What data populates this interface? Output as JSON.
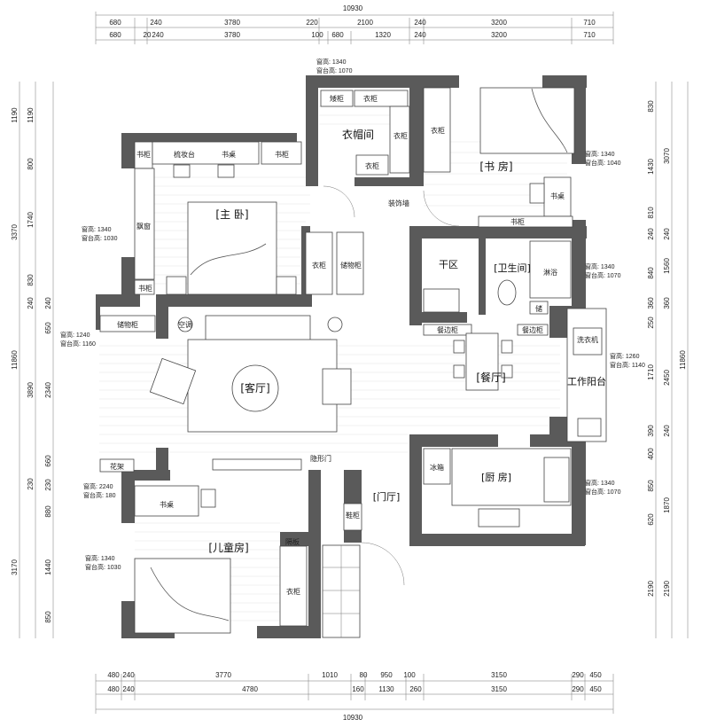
{
  "colors": {
    "wall": "#5a5a5a",
    "line": "#444444",
    "background": "#ffffff"
  },
  "dims": {
    "top_total": "10930",
    "top_row1": [
      "680",
      "240",
      "3780",
      "220",
      "2100",
      "240",
      "3200",
      "710"
    ],
    "top_row2": [
      "680",
      "20",
      "240",
      "3780",
      "100",
      "680",
      "1320",
      "240",
      "3200",
      "710"
    ],
    "bottom_row1": [
      "480",
      "240",
      "3770",
      "1010",
      "80",
      "950",
      "100",
      "3150",
      "290",
      "450"
    ],
    "bottom_row2": [
      "480",
      "240",
      "4780",
      "160",
      "1130",
      "260",
      "3150",
      "290",
      "450"
    ],
    "bottom_total": "10930",
    "left_outer": [
      "1190",
      "3370",
      "11860",
      "3170"
    ],
    "left_inner": [
      "1190",
      "800",
      "1740",
      "830",
      "240",
      "650",
      "2340",
      "3890",
      "660",
      "230",
      "880",
      "1440",
      "850"
    ],
    "right_inner": [
      "830",
      "1430",
      "810",
      "240",
      "840",
      "360",
      "250",
      "1710",
      "390",
      "400",
      "850",
      "620",
      "2190"
    ],
    "right_outer": [
      "3070",
      "1560",
      "11860",
      "2450",
      "1870",
      "2190"
    ],
    "left_misc": [
      "240",
      "240",
      "230"
    ],
    "right_misc": [
      "240",
      "240",
      "360",
      "240"
    ]
  },
  "rooms": {
    "master": "[主 卧]",
    "closet_room": "衣帽间",
    "study": "[书 房]",
    "living": "[客厅]",
    "dining": "[餐厅]",
    "kids": "[儿童房]",
    "kitchen": "[厨 房]",
    "bath": "[卫生间]",
    "dry": "干区",
    "foyer": "[门厅]",
    "balcony": "工作阳台"
  },
  "labels": {
    "bookcase1": "书柜",
    "dresser": "梳妆台",
    "desk1": "书桌",
    "bookcase2": "书柜",
    "bay": "飘窗",
    "wardrobe_m": "衣柜",
    "storage_m": "储物柜",
    "bookcase_m": "书柜",
    "closet_cab1": "矮柜",
    "closet_cab2": "衣柜",
    "closet_cab3": "衣柜",
    "closet_cab4": "衣柜",
    "deco_wall": "装饰墙",
    "study_wardrobe": "衣柜",
    "study_desk": "书桌",
    "study_bookcase": "书柜",
    "shower": "淋浴",
    "bath_cab": "储",
    "storage_lr": "储物柜",
    "ac": "空调",
    "sideboard1": "餐边柜",
    "sideboard2": "餐边柜",
    "washer": "洗衣机",
    "flower": "花架",
    "hidden_door": "隐形门",
    "kids_desk": "书桌",
    "shoe": "鞋柜",
    "partition": "隔板",
    "kids_wardrobe": "衣柜",
    "fridge": "冰箱"
  },
  "window_notes": {
    "closet": [
      "窗高: 1340",
      "窗台高: 1070"
    ],
    "study": [
      "窗高: 1340",
      "窗台高: 1040"
    ],
    "master": [
      "窗高: 1340",
      "窗台高: 1030"
    ],
    "bath": [
      "窗高: 1340",
      "窗台高: 1070"
    ],
    "living": [
      "窗高: 1240",
      "窗台高: 1160"
    ],
    "balcony": [
      "窗高: 1260",
      "窗台高: 1140"
    ],
    "flower": [
      "窗高: 2240",
      "窗台高: 180"
    ],
    "kitchen": [
      "窗高: 1340",
      "窗台高: 1070"
    ],
    "kids": [
      "窗高: 1340",
      "窗台高: 1030"
    ]
  }
}
